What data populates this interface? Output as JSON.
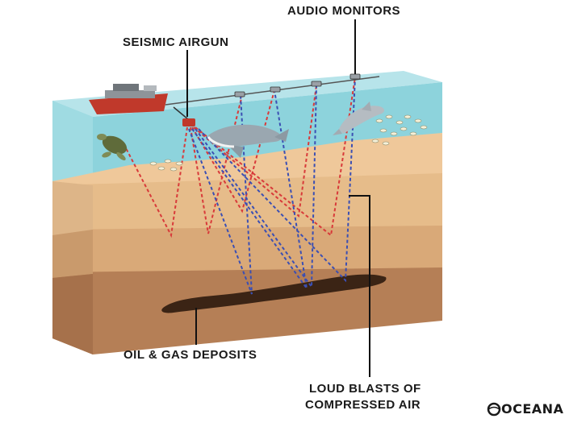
{
  "labels": {
    "audio_monitors": "AUDIO MONITORS",
    "seismic_airgun": "SEISMIC AIRGUN",
    "oil_gas_deposits": "OIL & GAS DEPOSITS",
    "loud_blasts_line1": "LOUD BLASTS OF",
    "loud_blasts_line2": "COMPRESSED AIR"
  },
  "brand": {
    "name": "OCEANA"
  },
  "colors": {
    "ocean": "#8dd3dc",
    "ocean_side": "#6cbcc7",
    "sand_top": "#efc89a",
    "layer_1": "#e6bc8a",
    "layer_2": "#d9a978",
    "layer_3": "#b57f56",
    "deposit": "#3b2415",
    "ship_hull": "#c0392b",
    "red_ray": "#d83a3a",
    "blue_ray": "#3b4fb3"
  },
  "icons": [
    "ship-icon",
    "airgun-icon",
    "monitor-icon",
    "turtle-icon",
    "whale-icon",
    "dolphin-icon",
    "fish-icon",
    "oceana-logo-icon"
  ]
}
